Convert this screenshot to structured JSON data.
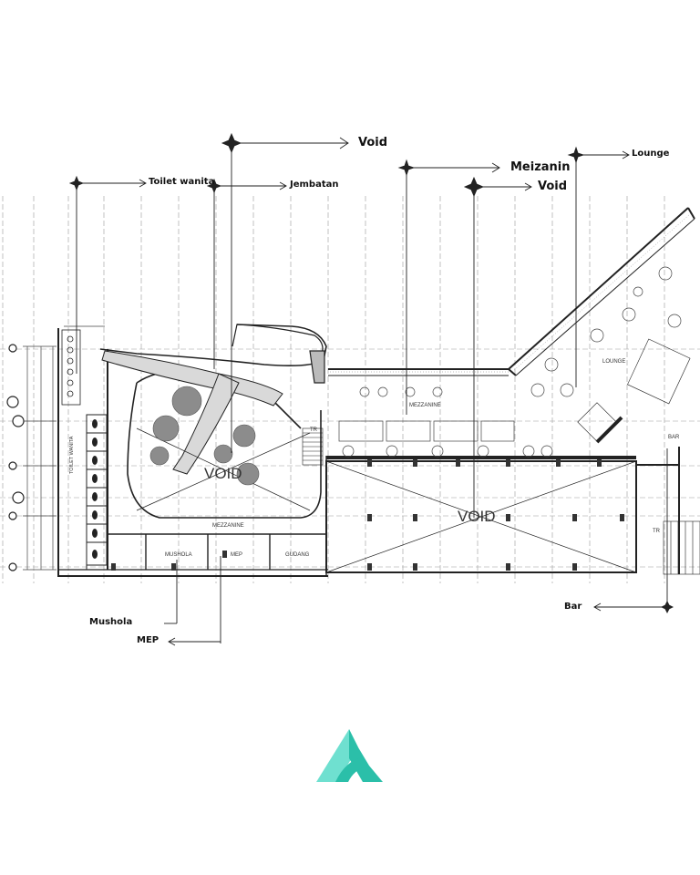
{
  "callouts": {
    "void_top": "Void",
    "meizanin": "Meizanin",
    "void_mid": "Void",
    "lounge": "Lounge",
    "toilet_wanita": "Toilet wanita",
    "jembatan": "Jembatan",
    "mushola": "Mushola",
    "mep": "MEP",
    "bar": "Bar"
  },
  "rooms": {
    "void_left": "VOID",
    "void_right": "VOID",
    "toilet_wanita": "TOILET WANITA",
    "mezzanine_top": "MEZZANINE",
    "mezzanine_bottom": "MEZZANINE",
    "mushola": "MUSHOLA",
    "mep": "MEP",
    "gudang": "GUDANG",
    "lounge": "LOUNGE",
    "bar": "BAR",
    "tr_left": "TR",
    "tr_right": "TR"
  },
  "colors": {
    "line": "#222222",
    "grid": "#9a9a9a",
    "tree": "#8c8c8c",
    "logo_light": "#6fe0d0",
    "logo_dark": "#2bbfa9"
  }
}
